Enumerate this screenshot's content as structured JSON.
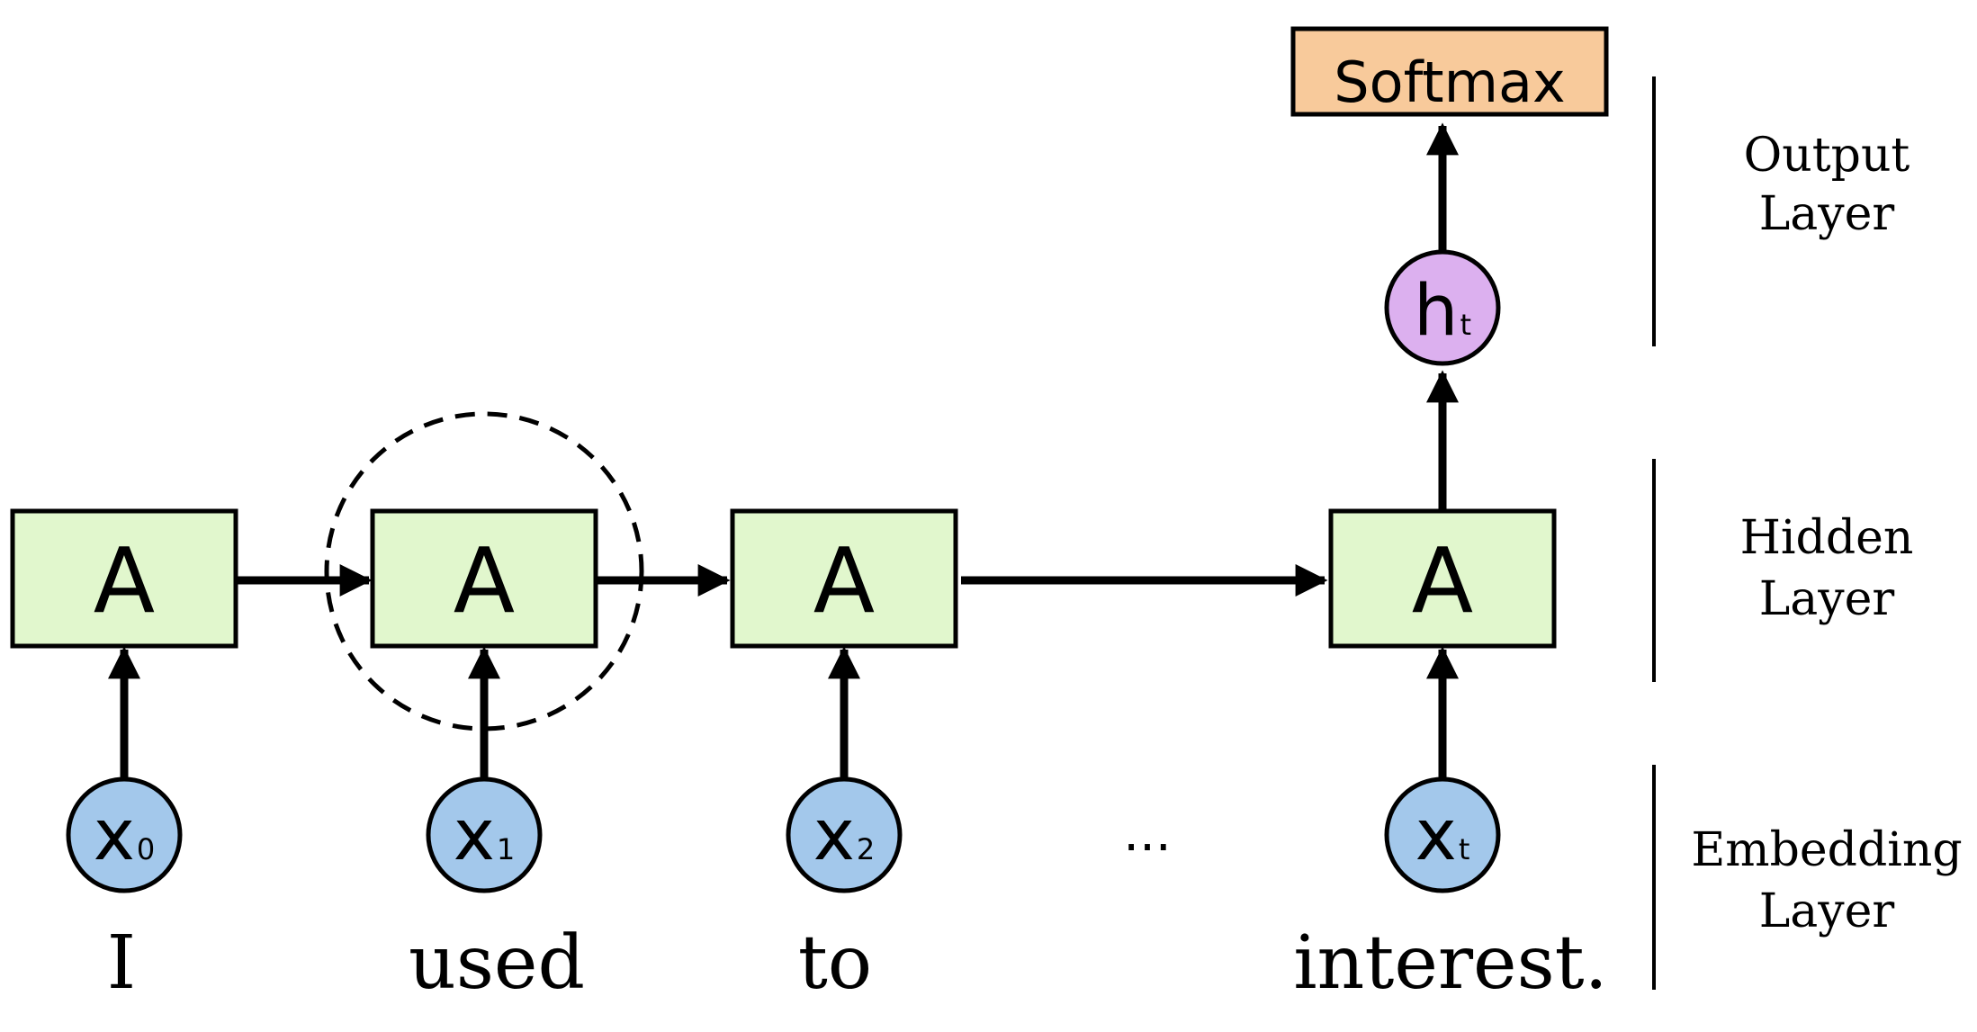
{
  "colors": {
    "hidden_box_fill": "#e1f7cd",
    "embedding_fill": "#a3c8eb",
    "output_fill": "#dcb0ef",
    "softmax_fill": "#f8ca9b",
    "stroke": "#000000"
  },
  "hidden_cells": [
    {
      "label": "A"
    },
    {
      "label": "A"
    },
    {
      "label": "A"
    },
    {
      "label": "A"
    }
  ],
  "embeddings": [
    {
      "symbol": "x",
      "subscript": "0"
    },
    {
      "symbol": "x",
      "subscript": "1"
    },
    {
      "symbol": "x",
      "subscript": "2"
    },
    {
      "symbol": "x",
      "subscript": "t"
    }
  ],
  "words": [
    "I",
    "used",
    "to",
    "interest."
  ],
  "ellipsis": "...",
  "output_state": {
    "symbol": "h",
    "subscript": "t"
  },
  "softmax": {
    "label": "Softmax"
  },
  "layers": {
    "output": [
      "Output",
      "Layer"
    ],
    "hidden": [
      "Hidden",
      "Layer"
    ],
    "embedding": [
      "Embedding",
      "Layer"
    ]
  }
}
